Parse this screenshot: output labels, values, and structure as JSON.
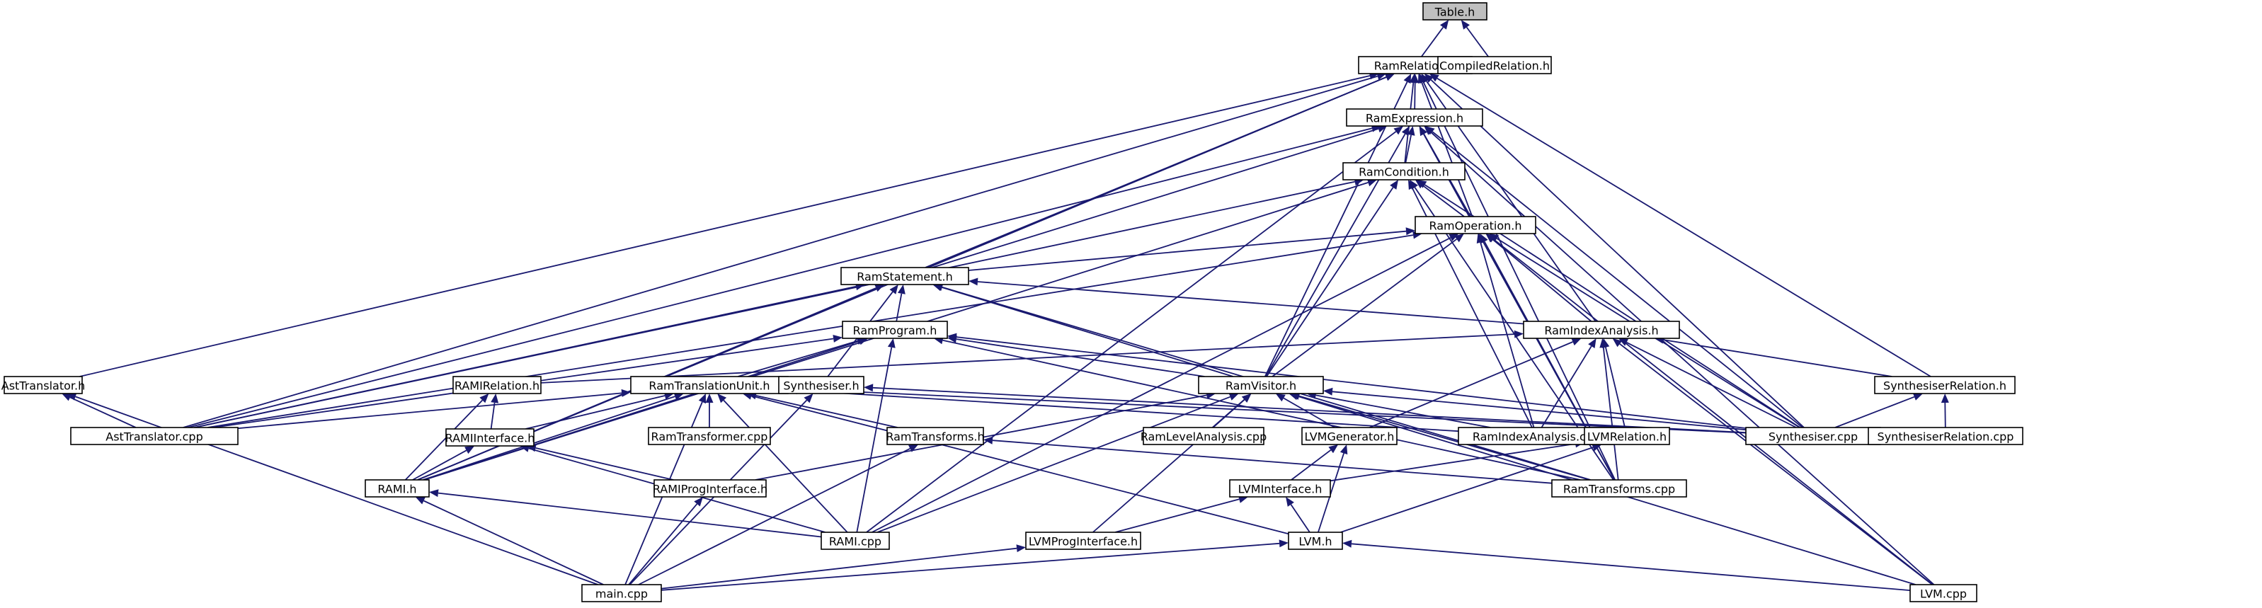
{
  "colors": {
    "edge": "#191970",
    "root_fill": "#bfbfbf",
    "node_fill": "#ffffff",
    "node_border": "#000000"
  },
  "nodes": [
    {
      "id": "n0",
      "label": "Table.h"
    },
    {
      "id": "n1",
      "label": "RamRelation.h"
    },
    {
      "id": "n2",
      "label": "CompiledRelation.h"
    },
    {
      "id": "n3",
      "label": "RamExpression.h"
    },
    {
      "id": "n4",
      "label": "RamCondition.h"
    },
    {
      "id": "n5",
      "label": "RamOperation.h"
    },
    {
      "id": "n6",
      "label": "RamStatement.h"
    },
    {
      "id": "n7",
      "label": "RamProgram.h"
    },
    {
      "id": "n8",
      "label": "RamIndexAnalysis.h"
    },
    {
      "id": "n9",
      "label": "AstTranslator.h"
    },
    {
      "id": "n10",
      "label": "RAMIRelation.h"
    },
    {
      "id": "n11",
      "label": "RamTranslationUnit.h"
    },
    {
      "id": "n12",
      "label": "Synthesiser.h"
    },
    {
      "id": "n13",
      "label": "RamVisitor.h"
    },
    {
      "id": "n14",
      "label": "SynthesiserRelation.h"
    },
    {
      "id": "n15",
      "label": "AstTranslator.cpp"
    },
    {
      "id": "n16",
      "label": "RAMIInterface.h"
    },
    {
      "id": "n17",
      "label": "RamTransformer.cpp"
    },
    {
      "id": "n18",
      "label": "RamTransforms.h"
    },
    {
      "id": "n19",
      "label": "RamLevelAnalysis.cpp"
    },
    {
      "id": "n20",
      "label": "LVMGenerator.h"
    },
    {
      "id": "n21",
      "label": "RamIndexAnalysis.cpp"
    },
    {
      "id": "n22",
      "label": "LVMRelation.h"
    },
    {
      "id": "n23",
      "label": "Synthesiser.cpp"
    },
    {
      "id": "n24",
      "label": "SynthesiserRelation.cpp"
    },
    {
      "id": "n25",
      "label": "RAMI.h"
    },
    {
      "id": "n26",
      "label": "RAMIProgInterface.h"
    },
    {
      "id": "n27",
      "label": "LVMInterface.h"
    },
    {
      "id": "n28",
      "label": "RamTransforms.cpp"
    },
    {
      "id": "n29",
      "label": "RAMI.cpp"
    },
    {
      "id": "n30",
      "label": "LVMProgInterface.h"
    },
    {
      "id": "n31",
      "label": "LVM.h"
    },
    {
      "id": "n32",
      "label": "main.cpp"
    },
    {
      "id": "n33",
      "label": "LVM.cpp"
    }
  ],
  "edges": [
    [
      "n1",
      "n0"
    ],
    [
      "n2",
      "n0"
    ],
    [
      "n3",
      "n1"
    ],
    [
      "n4",
      "n1"
    ],
    [
      "n5",
      "n1"
    ],
    [
      "n6",
      "n1"
    ],
    [
      "n8",
      "n1"
    ],
    [
      "n9",
      "n1"
    ],
    [
      "n13",
      "n1"
    ],
    [
      "n14",
      "n1"
    ],
    [
      "n15",
      "n1"
    ],
    [
      "n25",
      "n1"
    ],
    [
      "n23",
      "n1"
    ],
    [
      "n28",
      "n1"
    ],
    [
      "n4",
      "n3"
    ],
    [
      "n5",
      "n3"
    ],
    [
      "n6",
      "n3"
    ],
    [
      "n13",
      "n3"
    ],
    [
      "n15",
      "n3"
    ],
    [
      "n29",
      "n3"
    ],
    [
      "n23",
      "n3"
    ],
    [
      "n28",
      "n3"
    ],
    [
      "n33",
      "n3"
    ],
    [
      "n5",
      "n4"
    ],
    [
      "n13",
      "n4"
    ],
    [
      "n15",
      "n4"
    ],
    [
      "n25",
      "n4"
    ],
    [
      "n21",
      "n4"
    ],
    [
      "n23",
      "n4"
    ],
    [
      "n28",
      "n4"
    ],
    [
      "n6",
      "n5"
    ],
    [
      "n8",
      "n5"
    ],
    [
      "n13",
      "n5"
    ],
    [
      "n15",
      "n5"
    ],
    [
      "n21",
      "n5"
    ],
    [
      "n29",
      "n5"
    ],
    [
      "n23",
      "n5"
    ],
    [
      "n28",
      "n5"
    ],
    [
      "n33",
      "n5"
    ],
    [
      "n7",
      "n6"
    ],
    [
      "n8",
      "n6"
    ],
    [
      "n12",
      "n6"
    ],
    [
      "n13",
      "n6"
    ],
    [
      "n15",
      "n6"
    ],
    [
      "n25",
      "n6"
    ],
    [
      "n28",
      "n6"
    ],
    [
      "n11",
      "n7"
    ],
    [
      "n13",
      "n7"
    ],
    [
      "n15",
      "n7"
    ],
    [
      "n25",
      "n7"
    ],
    [
      "n29",
      "n7"
    ],
    [
      "n23",
      "n7"
    ],
    [
      "n28",
      "n7"
    ],
    [
      "n10",
      "n8"
    ],
    [
      "n14",
      "n8"
    ],
    [
      "n20",
      "n8"
    ],
    [
      "n21",
      "n8"
    ],
    [
      "n22",
      "n8"
    ],
    [
      "n23",
      "n8"
    ],
    [
      "n28",
      "n8"
    ],
    [
      "n33",
      "n8"
    ],
    [
      "n15",
      "n9"
    ],
    [
      "n32",
      "n9"
    ],
    [
      "n16",
      "n10"
    ],
    [
      "n25",
      "n10"
    ],
    [
      "n15",
      "n11"
    ],
    [
      "n16",
      "n11"
    ],
    [
      "n17",
      "n11"
    ],
    [
      "n18",
      "n11"
    ],
    [
      "n25",
      "n11"
    ],
    [
      "n29",
      "n11"
    ],
    [
      "n21",
      "n11"
    ],
    [
      "n23",
      "n11"
    ],
    [
      "n31",
      "n11"
    ],
    [
      "n32",
      "n11"
    ],
    [
      "n23",
      "n12"
    ],
    [
      "n32",
      "n12"
    ],
    [
      "n19",
      "n13"
    ],
    [
      "n20",
      "n13"
    ],
    [
      "n21",
      "n13"
    ],
    [
      "n26",
      "n13"
    ],
    [
      "n29",
      "n13"
    ],
    [
      "n30",
      "n13"
    ],
    [
      "n23",
      "n13"
    ],
    [
      "n28",
      "n13"
    ],
    [
      "n33",
      "n13"
    ],
    [
      "n23",
      "n14"
    ],
    [
      "n24",
      "n14"
    ],
    [
      "n25",
      "n16"
    ],
    [
      "n26",
      "n16"
    ],
    [
      "n29",
      "n16"
    ],
    [
      "n28",
      "n18"
    ],
    [
      "n32",
      "n18"
    ],
    [
      "n27",
      "n20"
    ],
    [
      "n31",
      "n20"
    ],
    [
      "n27",
      "n22"
    ],
    [
      "n31",
      "n22"
    ],
    [
      "n29",
      "n25"
    ],
    [
      "n32",
      "n25"
    ],
    [
      "n32",
      "n26"
    ],
    [
      "n30",
      "n27"
    ],
    [
      "n31",
      "n27"
    ],
    [
      "n32",
      "n30"
    ],
    [
      "n32",
      "n31"
    ],
    [
      "n33",
      "n31"
    ]
  ]
}
